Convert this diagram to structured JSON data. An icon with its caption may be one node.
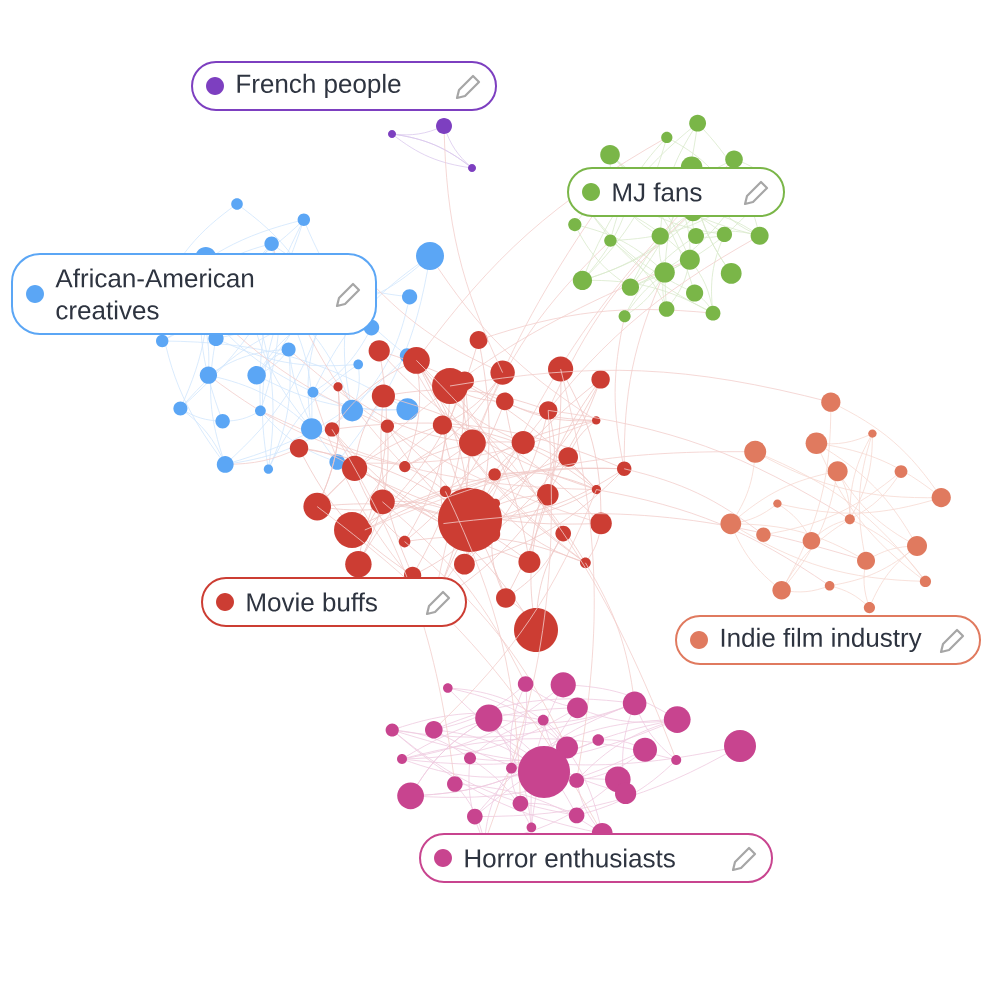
{
  "diagram": {
    "nodes": [
      {
        "text": [
          "French people"
        ]
      },
      {
        "text": [
          "MJ fans"
        ]
      },
      {
        "text": [
          "African-American creatives"
        ]
      },
      {
        "text": [
          "Movie buffs"
        ]
      },
      {
        "text": [
          "Indie film industry"
        ]
      },
      {
        "text": [
          "Horror enthusiasts"
        ]
      }
    ]
  }
}
